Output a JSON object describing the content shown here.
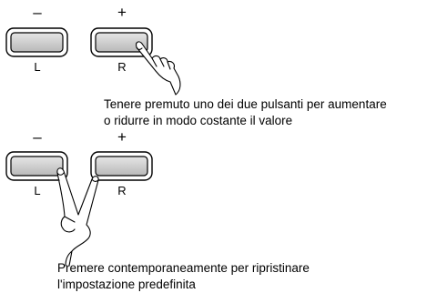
{
  "top_panel": {
    "minus_sign": "–",
    "plus_sign": "+",
    "left_label": "L",
    "right_label": "R",
    "caption_line1": "Tenere premuto uno dei due pulsanti per aumentare",
    "caption_line2": "o ridurre in modo costante il valore"
  },
  "bottom_panel": {
    "minus_sign": "–",
    "plus_sign": "+",
    "left_label": "L",
    "right_label": "R",
    "caption_line1": "Premere contemporaneamente per ripristinare",
    "caption_line2": "l'impostazione predefinita"
  }
}
